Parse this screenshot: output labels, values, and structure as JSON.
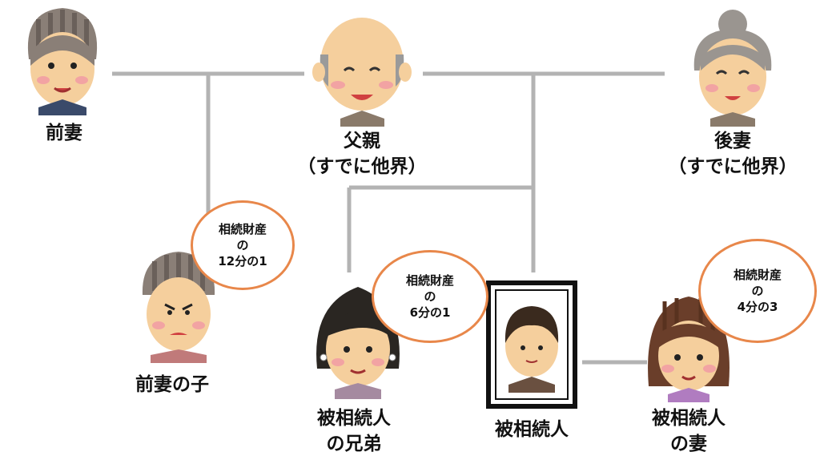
{
  "people": {
    "ex_wife": {
      "label": "前妻"
    },
    "father": {
      "label_line1": "父親",
      "label_line2": "（すでに他界）"
    },
    "second_wife": {
      "label_line1": "後妻",
      "label_line2": "（すでに他界）"
    },
    "ex_wife_child": {
      "label": "前妻の子"
    },
    "sibling": {
      "label_line1": "被相続人",
      "label_line2": "の兄弟"
    },
    "decedent": {
      "label": "被相続人"
    },
    "spouse": {
      "label_line1": "被相続人",
      "label_line2": "の妻"
    }
  },
  "shares": {
    "ex_wife_child": {
      "line1": "相続財産",
      "line2": "の",
      "line3": "12分の1"
    },
    "sibling": {
      "line1": "相続財産",
      "line2": "の",
      "line3": "6分の1"
    },
    "spouse": {
      "line1": "相続財産",
      "line2": "の",
      "line3": "4分の3"
    }
  },
  "colors": {
    "lines": "#b3b3b3",
    "bubble_border": "#e8874a",
    "frame": "#111111"
  },
  "icons": [
    "ex-wife-face-icon",
    "father-face-icon",
    "second-wife-face-icon",
    "child-face-icon",
    "sibling-face-icon",
    "decedent-face-icon",
    "spouse-face-icon"
  ]
}
